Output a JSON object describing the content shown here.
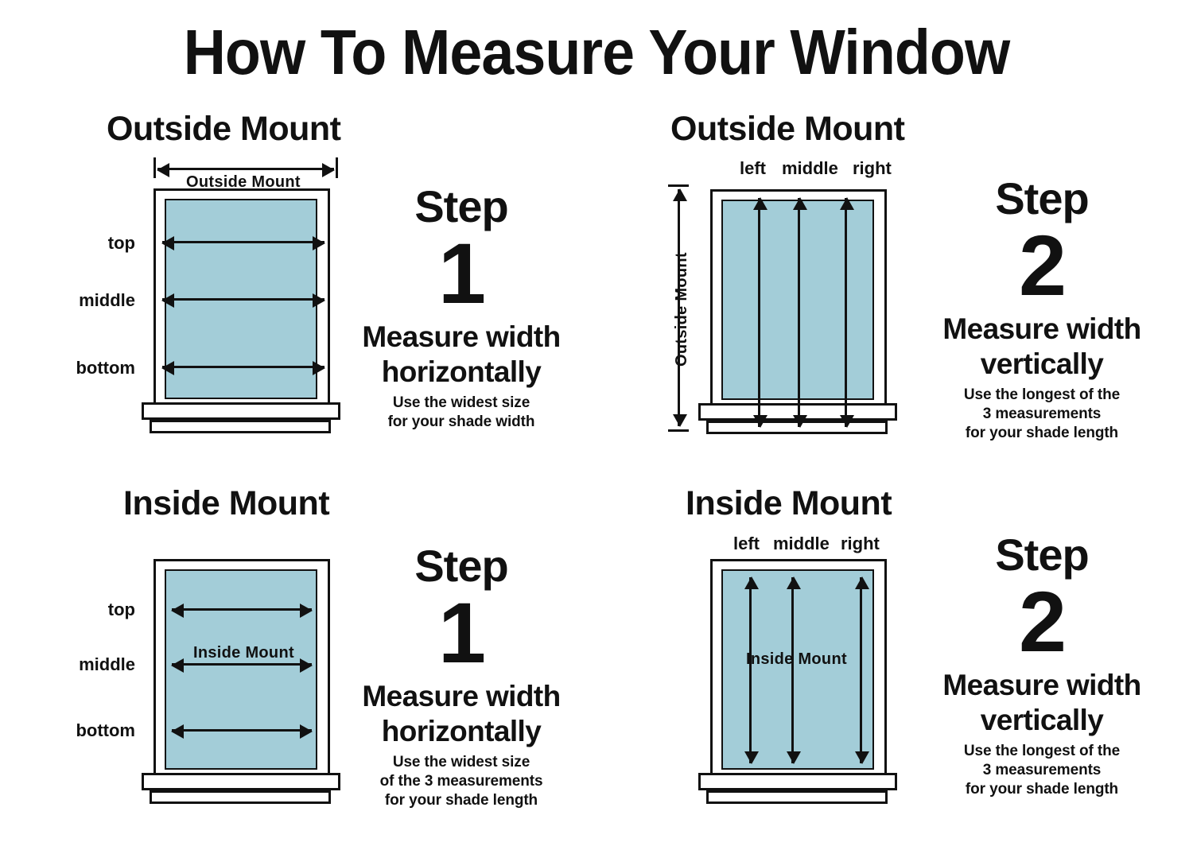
{
  "title": "How To Measure Your Window",
  "colors": {
    "glass": "#a3cdd8",
    "line": "#111111",
    "background": "#ffffff"
  },
  "quadrants": [
    {
      "id": "outside-mount-width",
      "heading": "Outside Mount",
      "dimension_label": "Outside Mount",
      "row_labels": {
        "top": "top",
        "middle": "middle",
        "bottom": "bottom"
      },
      "step": {
        "word": "Step",
        "number": "1",
        "line1": "Measure width",
        "line2": "horizontally",
        "note1": "Use the widest size",
        "note2": "for your shade width",
        "note3": ""
      }
    },
    {
      "id": "outside-mount-length",
      "heading": "Outside Mount",
      "dimension_label": "Outside Mount",
      "col_labels": {
        "left": "left",
        "middle": "middle",
        "right": "right"
      },
      "step": {
        "word": "Step",
        "number": "2",
        "line1": "Measure width",
        "line2": "vertically",
        "note1": "Use the longest of the",
        "note2": "3 measurements",
        "note3": "for your shade length"
      }
    },
    {
      "id": "inside-mount-width",
      "heading": "Inside Mount",
      "dimension_label": "Inside Mount",
      "row_labels": {
        "top": "top",
        "middle": "middle",
        "bottom": "bottom"
      },
      "step": {
        "word": "Step",
        "number": "1",
        "line1": "Measure width",
        "line2": "horizontally",
        "note1": "Use the widest size",
        "note2": "of the 3 measurements",
        "note3": "for your shade length"
      }
    },
    {
      "id": "inside-mount-length",
      "heading": "Inside Mount",
      "dimension_label": "Inside Mount",
      "col_labels": {
        "left": "left",
        "middle": "middle",
        "right": "right"
      },
      "step": {
        "word": "Step",
        "number": "2",
        "line1": "Measure width",
        "line2": "vertically",
        "note1": "Use the longest of the",
        "note2": "3 measurements",
        "note3": "for your shade length"
      }
    }
  ]
}
